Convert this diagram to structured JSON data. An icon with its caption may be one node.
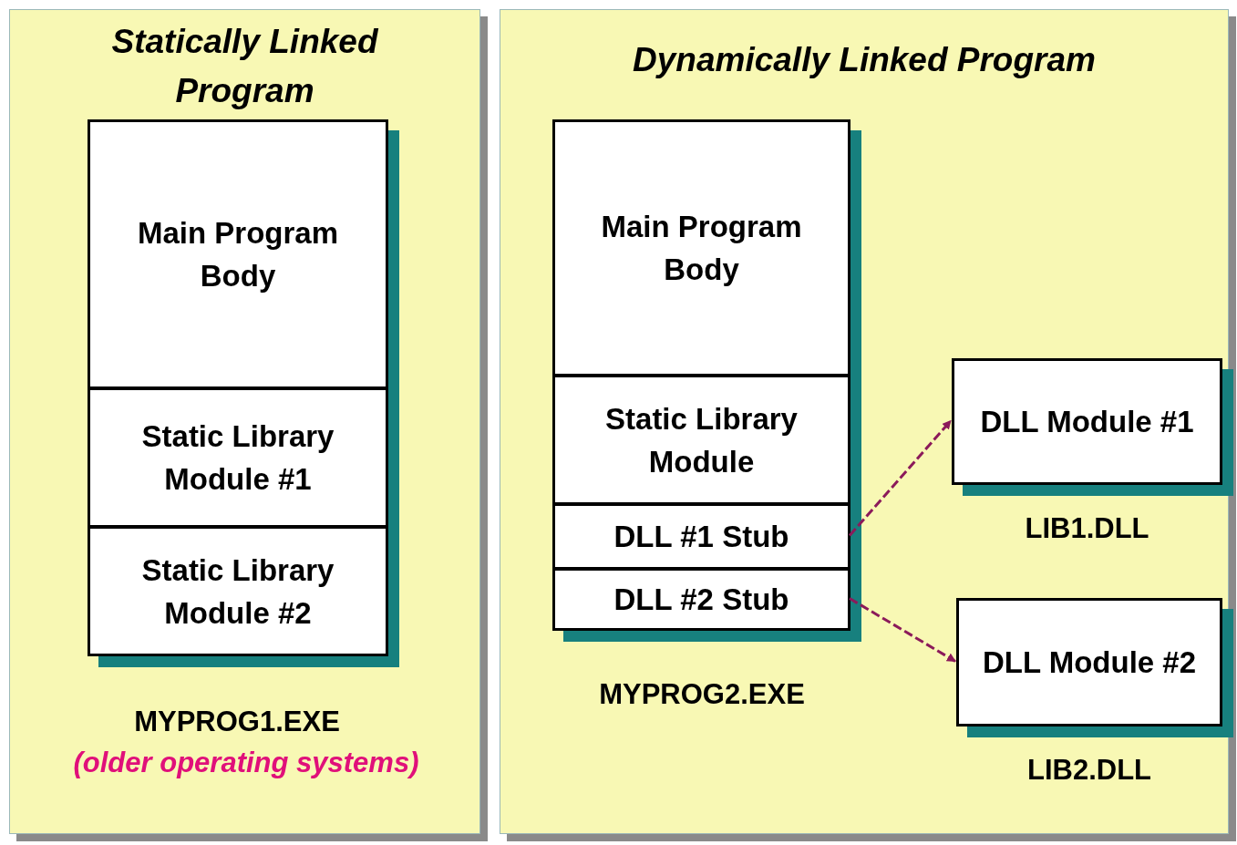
{
  "diagram": {
    "nodes": [
      {
        "text": [
          "Statically Linked Program"
        ]
      },
      {
        "text": [
          "Main Program Body"
        ],
        "in": 0
      },
      {
        "text": [
          "Static Library Module #1"
        ],
        "in": 0
      },
      {
        "text": [
          "Static Library Module #2"
        ],
        "in": 0
      },
      {
        "text": [
          "Dynamically Linked Program"
        ]
      },
      {
        "text": [
          "Main Program Body"
        ],
        "in": 4
      },
      {
        "text": [
          "Static Library Module"
        ],
        "in": 4
      },
      {
        "text": [
          "DLL #1 Stub"
        ],
        "in": 4
      },
      {
        "text": [
          "DLL #2 Stub"
        ],
        "in": 4
      },
      {
        "text": [
          "DLL Module #1"
        ],
        "in": 4,
        "beside": [
          "LIB1.DLL"
        ]
      },
      {
        "text": [
          "DLL Module #2"
        ],
        "in": 4,
        "beside": [
          "LIB2.DLL"
        ]
      }
    ],
    "edges": [
      {
        "from": 7,
        "to": 9,
        "arrow": "to",
        "style": "dashed",
        "color": "#8b1a5a"
      },
      {
        "from": 8,
        "to": 10,
        "arrow": "to",
        "style": "dashed",
        "color": "#8b1a5a"
      }
    ],
    "labels": [
      "MYPROG1.EXE",
      "(older operating systems)",
      "MYPROG2.EXE"
    ]
  }
}
